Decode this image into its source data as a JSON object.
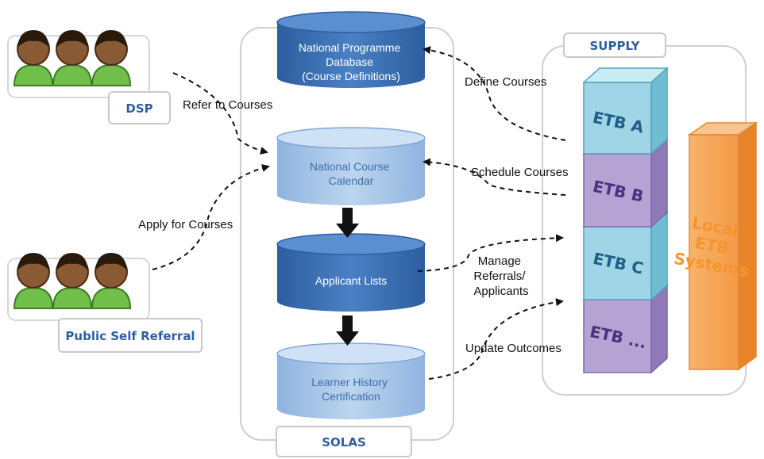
{
  "groups": {
    "dsp": "DSP",
    "public": "Public Self Referral",
    "solas": "SOLAS",
    "supply": "SUPPLY"
  },
  "databases": {
    "programme": [
      "National Programme",
      "Database",
      "(Course Definitions)"
    ],
    "calendar": [
      "National Course",
      "Calendar"
    ],
    "applicants": [
      "Applicant Lists"
    ],
    "history": [
      "Learner History",
      "Certification"
    ]
  },
  "flows": {
    "refer": "Refer to Courses",
    "apply": "Apply for Courses",
    "define": "Define Courses",
    "schedule": "Schedule Courses",
    "manage": [
      "Manage",
      "Referrals/",
      "Applicants"
    ],
    "update": "Update Outcomes"
  },
  "etb": {
    "a": "ETB A",
    "b": "ETB B",
    "c": "ETB C",
    "more": "ETB ..."
  },
  "local": [
    "Local",
    "ETB",
    "Systems"
  ],
  "colors": {
    "dark_db": "#3a6fb5",
    "light_db": "#a9c7e8",
    "etb_blue": "#9fd5e6",
    "etb_purple": "#b5a3d3",
    "local_orange": "#f6a85a",
    "label_blue": "#2f5fa0"
  }
}
